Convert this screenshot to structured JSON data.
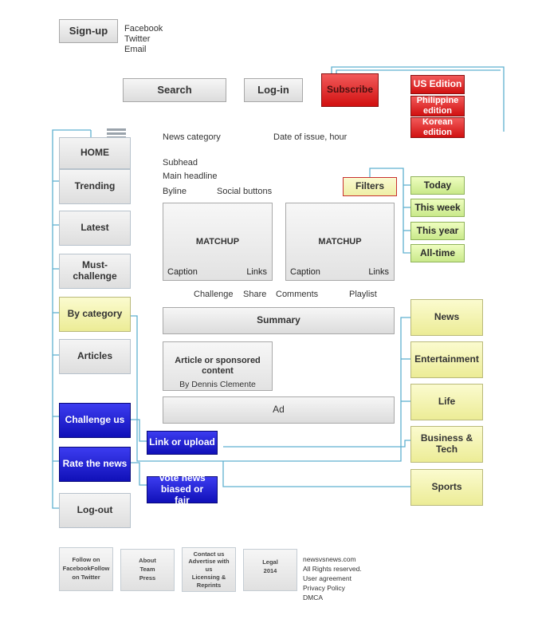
{
  "header": {
    "signup_label": "Sign-up",
    "share_links": [
      "Facebook",
      "Twitter",
      "Email"
    ],
    "search_label": "Search",
    "login_label": "Log-in",
    "subscribe_label": "Subscribe",
    "editions": [
      "US Edition",
      "Philippine edition",
      "Korean edition"
    ]
  },
  "sidebar": {
    "items": [
      "HOME",
      "Trending",
      "Latest",
      "Must-challenge",
      "By category",
      "Articles"
    ],
    "challenge_label": "Challenge us",
    "rate_label": "Rate the news",
    "logout_label": "Log-out",
    "link_upload_label": "Link or upload",
    "vote_label": "Vote news biased or fair"
  },
  "main": {
    "news_category": "News category",
    "date_of_issue": "Date of issue, hour",
    "subhead": "Subhead",
    "headline": "Main headline",
    "byline": "Byline",
    "social_buttons": "Social buttons",
    "filters_label": "Filters",
    "matchups": [
      {
        "title": "MATCHUP",
        "caption": "Caption",
        "links": "Links"
      },
      {
        "title": "MATCHUP",
        "caption": "Caption",
        "links": "Links"
      }
    ],
    "actions": [
      "Challenge",
      "Share",
      "Comments",
      "Playlist"
    ],
    "summary_label": "Summary",
    "article_title": "Article or sponsored content",
    "article_author": "By Dennis Clemente",
    "ad_label": "Ad"
  },
  "filters": [
    "Today",
    "This week",
    "This year",
    "All-time"
  ],
  "categories": [
    "News",
    "Entertainment",
    "Life",
    "Business & Tech",
    "Sports"
  ],
  "footer": {
    "boxes": [
      [
        "Follow on",
        "FacebookFollow",
        "on Twitter"
      ],
      [
        "About",
        "Team",
        "Press"
      ],
      [
        "Contact us",
        "Advertise with",
        "us",
        "Licensing &",
        "Reprints"
      ],
      [
        "Legal",
        "2014"
      ]
    ],
    "site": "newsvsnews.com",
    "rights": "All Rights reserved.",
    "legal_links": [
      "User agreement",
      "Privacy Policy",
      "DMCA"
    ]
  },
  "colors": {
    "connector": "#5fb0d0",
    "subscribe": "#d11010",
    "blue_button": "#1a1ad8",
    "category_yellow": "#f3f3aa",
    "filter_green": "#d8f0a0"
  }
}
